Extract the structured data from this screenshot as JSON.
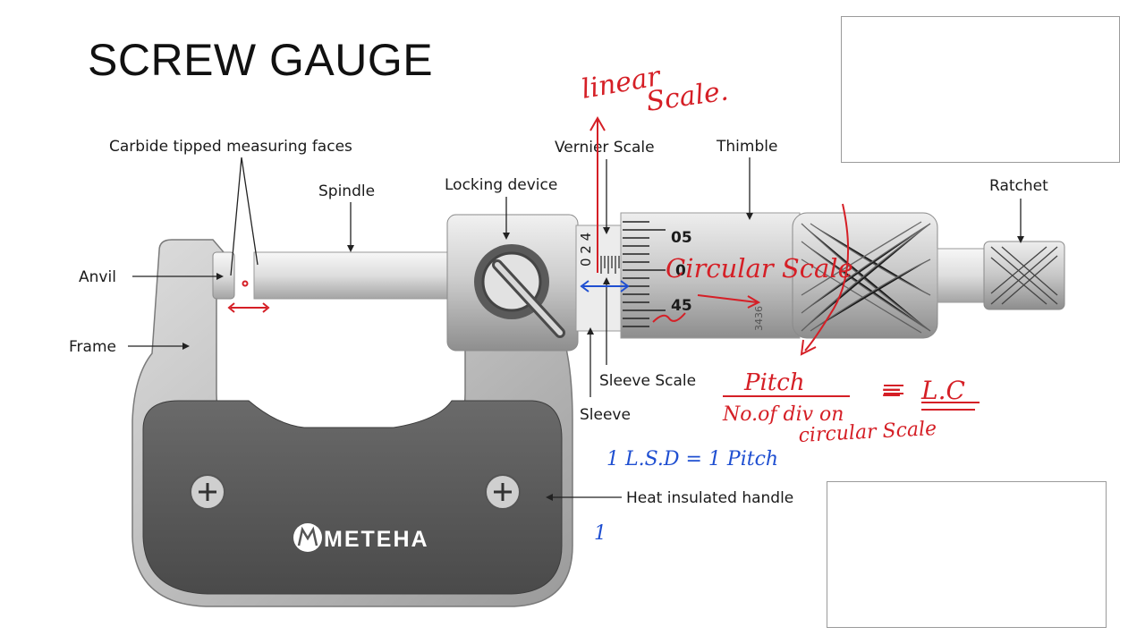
{
  "slide": {
    "title": "SCREW GAUGE"
  },
  "labels": {
    "carbide": "Carbide tipped measuring faces",
    "spindle": "Spindle",
    "locking": "Locking device",
    "vernier": "Vernier Scale",
    "thimble": "Thimble",
    "ratchet": "Ratchet",
    "anvil": "Anvil",
    "frame": "Frame",
    "sleeve_scale": "Sleeve Scale",
    "sleeve": "Sleeve",
    "handle": "Heat insulated handle"
  },
  "brand": {
    "logo_text": "METEHA"
  },
  "scale_marks": {
    "tick_05": "05",
    "tick_0": "0",
    "tick_45": "45",
    "sleeve_nums": "0 2 4",
    "serial": "3436"
  },
  "annotations": {
    "linear_scale_1": "linear",
    "linear_scale_2": "Scale.",
    "circular_scale": "Circular Scale",
    "formula_numerator": "Pitch",
    "formula_denominator_1": "No.of div on",
    "formula_denominator_2": "circular Scale",
    "formula_equals": "=",
    "formula_result": "L.C",
    "lsd_note": "1 L.S.D = 1 Pitch",
    "stray_mark": "1"
  },
  "colors": {
    "ink_red": "#d51f26",
    "ink_blue": "#1f4fd1"
  }
}
